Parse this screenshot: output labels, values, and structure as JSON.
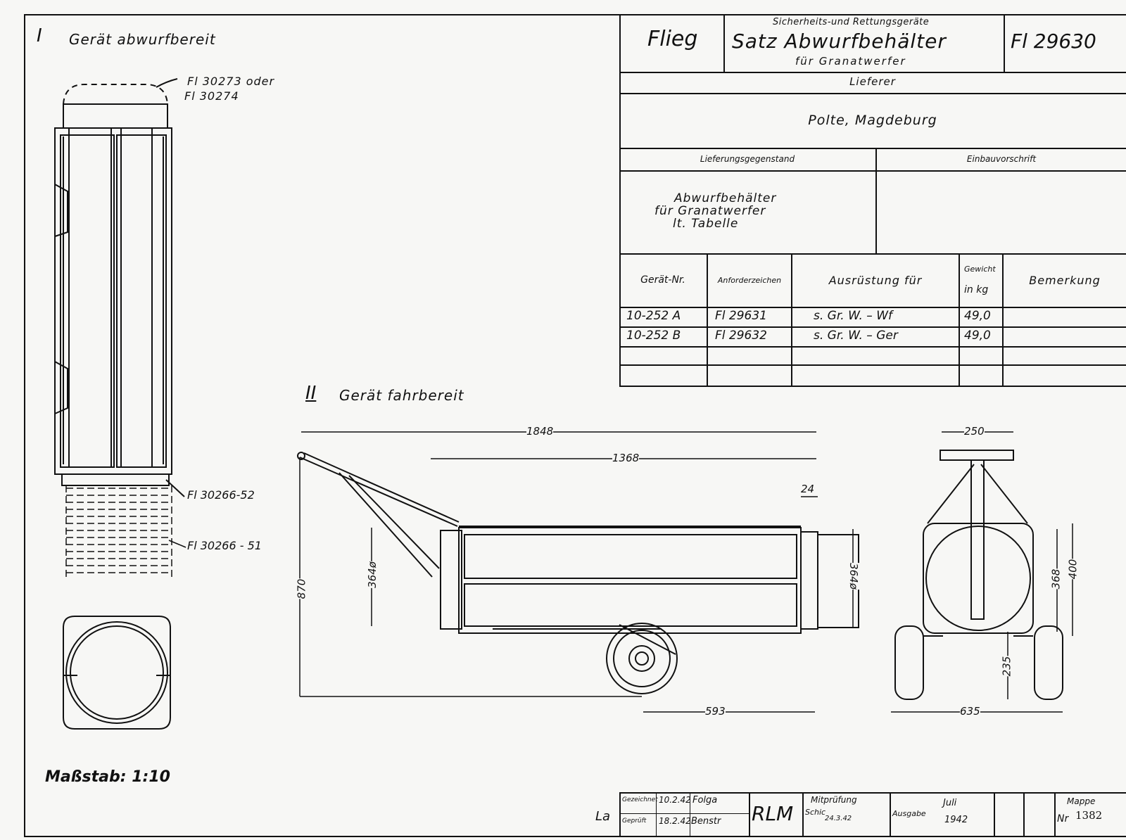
{
  "section_i": {
    "numeral": "I",
    "title": "Gerät abwurfbereit"
  },
  "section_ii": {
    "numeral": "II",
    "title": "Gerät fahrbereit"
  },
  "part_labels": {
    "top_cap_line1": "Fl 30273 oder",
    "top_cap_line2": "Fl 30274",
    "bellows_top": "Fl 30266-52",
    "bellows": "Fl 30266 - 51"
  },
  "scale": "Maßstab: 1:10",
  "title_block": {
    "department": "Flieg",
    "category": "Sicherheits-und Rettungsgeräte",
    "title": "Satz Abwurfbehälter",
    "subtitle": "für Granatwerfer",
    "number": "Fl 29630",
    "supplier_header": "Lieferer",
    "supplier": "Polte, Magdeburg",
    "item_header": "Lieferungsgegenstand",
    "installation_header": "Einbauvorschrift",
    "item_line1": "Abwurfbehälter",
    "item_line2": "für Granatwerfer",
    "item_line3": "lt. Tabelle"
  },
  "table": {
    "headers": {
      "device_no": "Gerät-Nr.",
      "request_code": "Anforderzeichen",
      "equipment": "Ausrüstung für",
      "weight_line1": "Gewicht",
      "weight_line2": "in kg",
      "remark": "Bemerkung"
    },
    "rows": [
      {
        "device_no": "10-252 A",
        "request_code": "Fl 29631",
        "equipment": "s. Gr. W. – Wf",
        "weight": "49,0",
        "remark": ""
      },
      {
        "device_no": "10-252 B",
        "request_code": "Fl 29632",
        "equipment": "s. Gr. W. – Ger",
        "weight": "49,0",
        "remark": ""
      }
    ]
  },
  "dimensions": {
    "overall_length": "1848",
    "body_length": "1368",
    "rim": "24",
    "height": "870",
    "diameter_left": "364ø",
    "diameter_right": "364ø",
    "axle_offset": "593",
    "width_top": "250",
    "inner_height": "368",
    "outer_height": "400",
    "ground_clearance": "235",
    "track_width": "635"
  },
  "footer": {
    "drawn_label": "Gezeichnet",
    "drawn_date": "10.2.42",
    "drawn_sign": "Folga",
    "checked_label": "Geprüft",
    "checked_date": "18.2.42",
    "checked_sign": "Benstr",
    "initials": "La",
    "office": "RLM",
    "co_check_label": "Mitprüfung",
    "co_check_sign": "Schic",
    "co_check_date": "24.3.42",
    "edition_label": "Ausgabe",
    "edition_month": "Juli",
    "edition_year": "1942",
    "folder_label": "Mappe",
    "folder_prefix": "Nr",
    "folder_number": "1382"
  }
}
